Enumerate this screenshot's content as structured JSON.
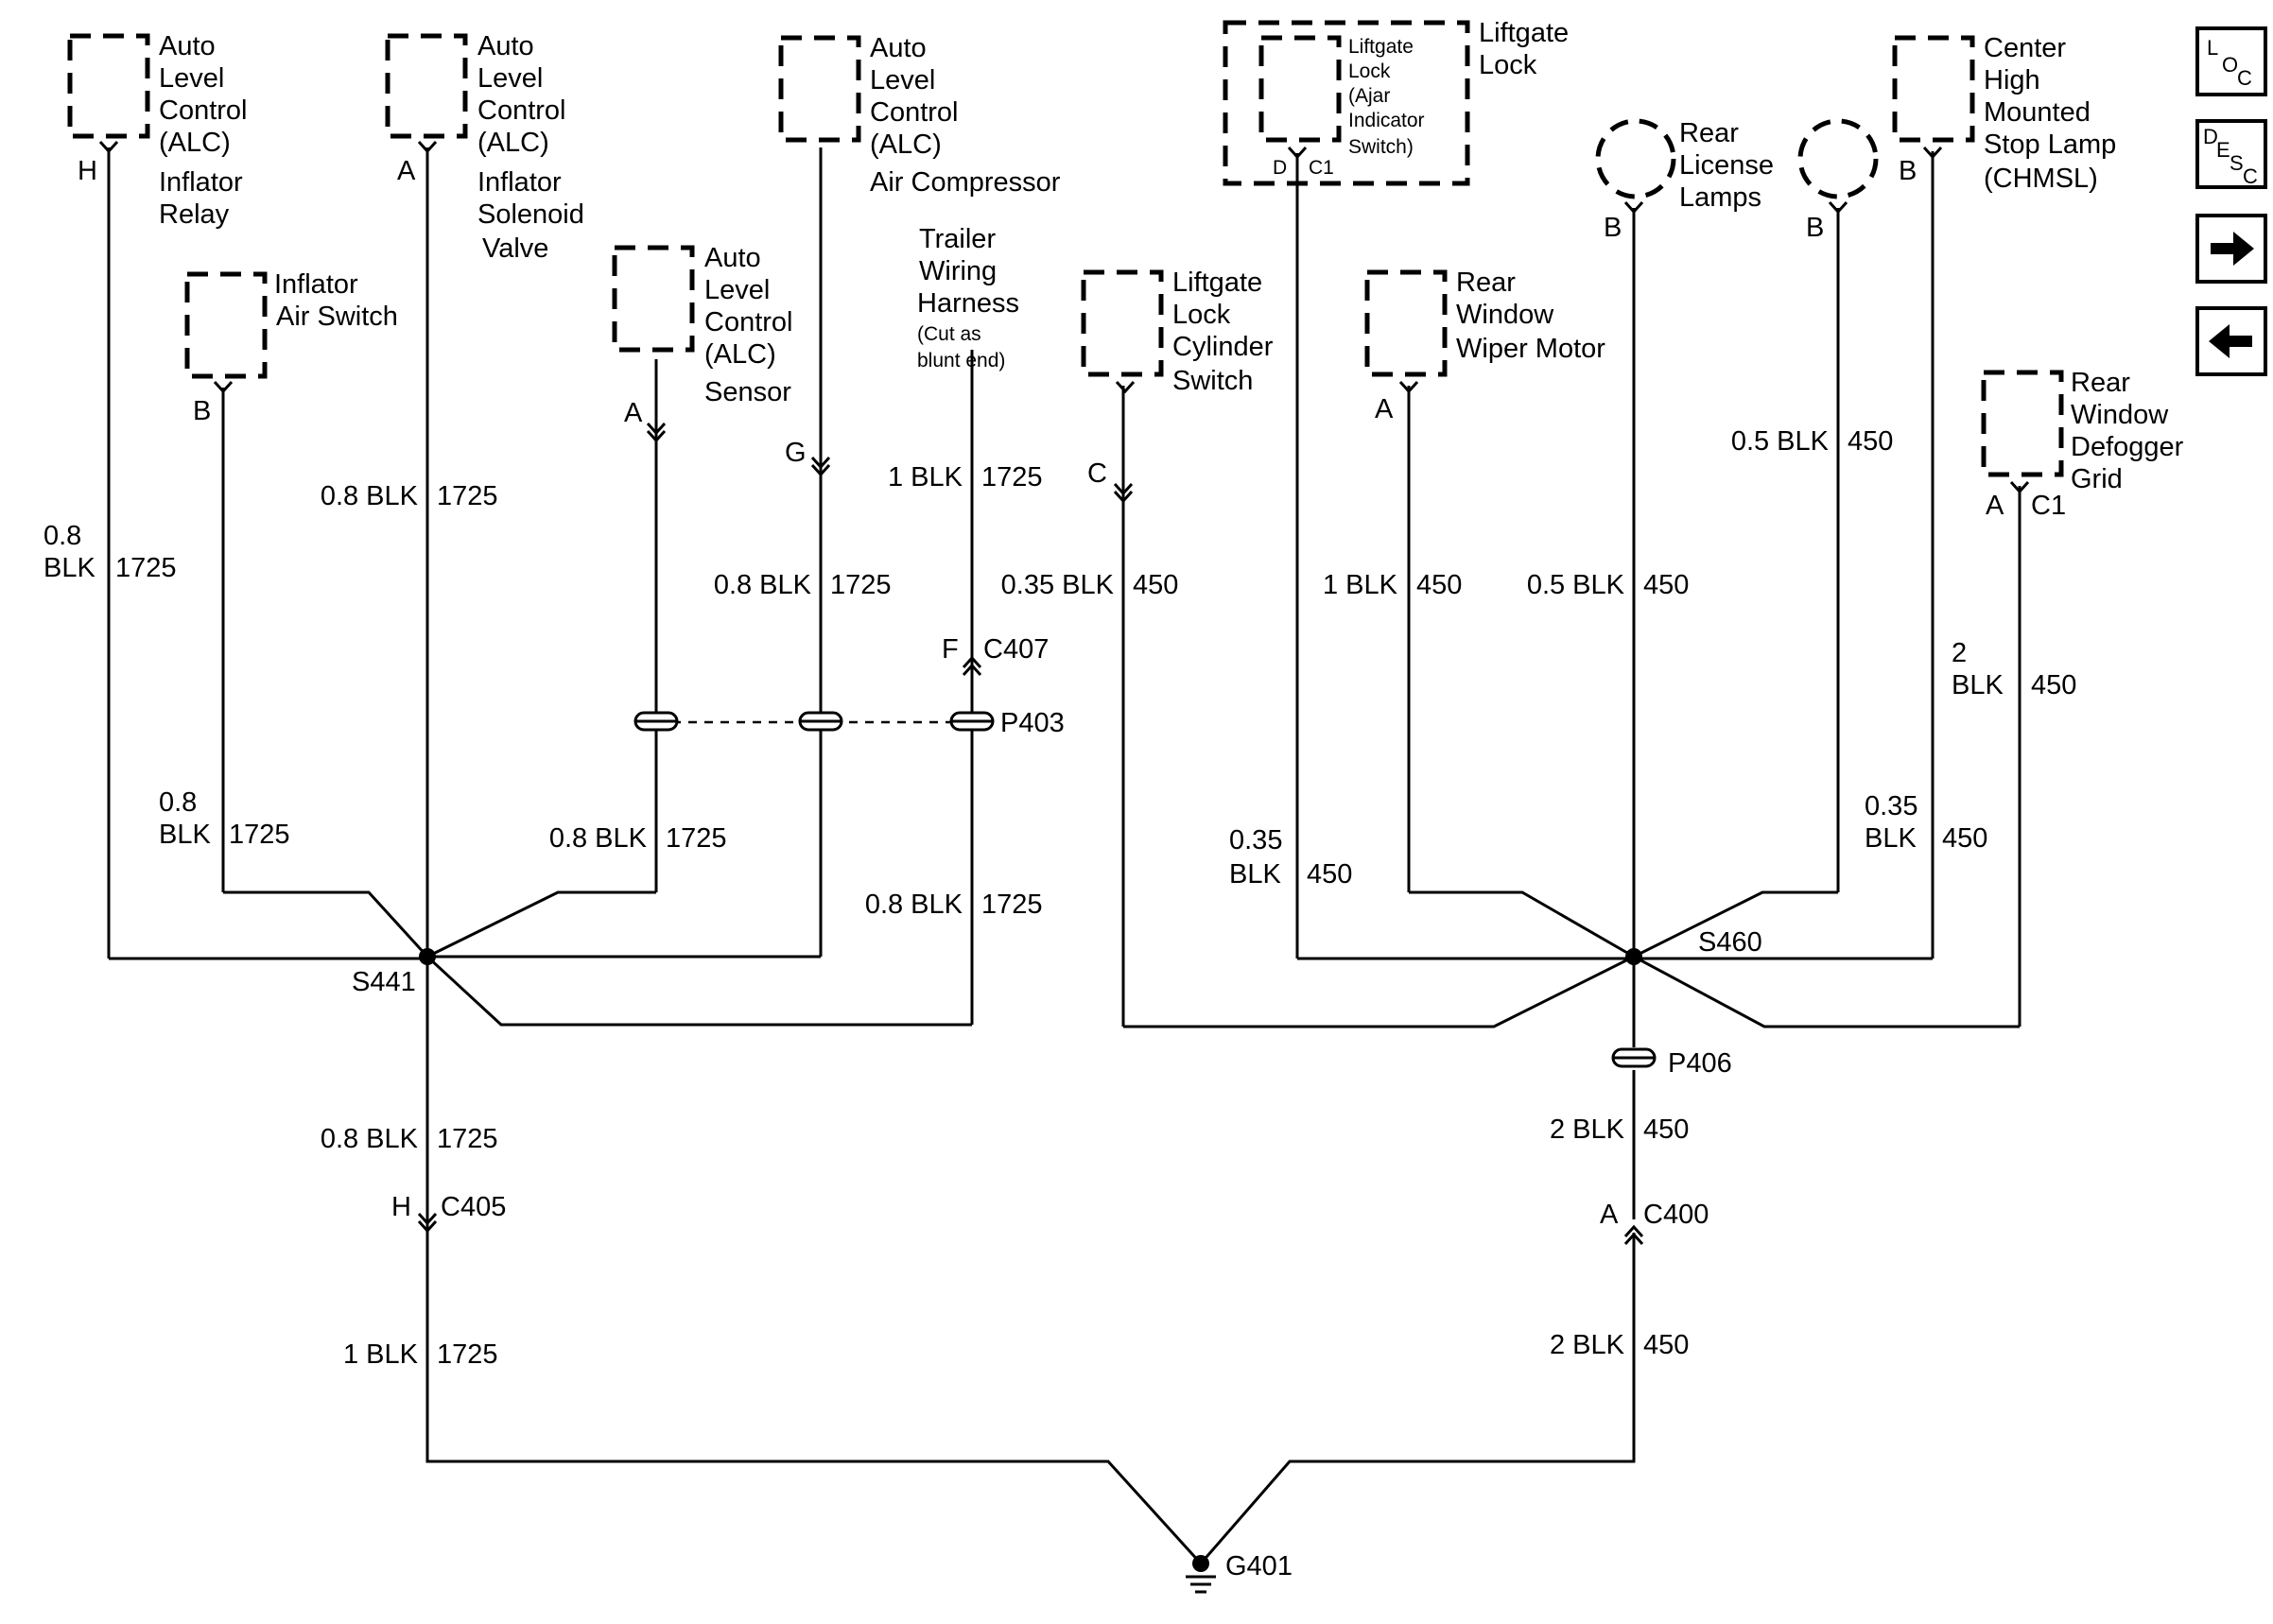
{
  "components": {
    "alc_inflator_relay": {
      "lines": [
        "Auto",
        "Level",
        "Control",
        "(ALC)",
        "Inflator",
        "Relay"
      ],
      "pin": "H"
    },
    "alc_inflator_solenoid": {
      "lines": [
        "Auto",
        "Level",
        "Control",
        "(ALC)",
        "Inflator",
        "Solenoid",
        "Valve"
      ],
      "pin": "A"
    },
    "alc_air_compressor": {
      "lines": [
        "Auto",
        "Level",
        "Control",
        "(ALC)",
        "Air Compressor"
      ]
    },
    "inflator_air_switch": {
      "lines": [
        "Inflator",
        "Air Switch"
      ],
      "pin": "B"
    },
    "alc_sensor": {
      "lines": [
        "Auto",
        "Level",
        "Control",
        "(ALC)",
        "Sensor"
      ],
      "pin": "A"
    },
    "trailer_harness": {
      "lines": [
        "Trailer",
        "Wiring",
        "Harness"
      ],
      "note_lines": [
        "(Cut as",
        "blunt end)"
      ]
    },
    "liftgate_lock_cylinder": {
      "lines": [
        "Liftgate",
        "Lock",
        "Cylinder",
        "Switch"
      ],
      "pin": "C"
    },
    "liftgate_lock": {
      "lines": [
        "Liftgate",
        "Lock"
      ],
      "inner_lines": [
        "Liftgate",
        "Lock",
        "(Ajar",
        "Indicator",
        "Switch)"
      ],
      "pin": "D",
      "connector": "C1"
    },
    "rear_license_lamps": {
      "lines": [
        "Rear",
        "License",
        "Lamps"
      ],
      "pin_left": "B",
      "pin_right": "B"
    },
    "chmsl": {
      "lines": [
        "Center",
        "High",
        "Mounted",
        "Stop Lamp",
        "(CHMSL)"
      ],
      "pin": "B"
    },
    "rear_wiper_motor": {
      "lines": [
        "Rear",
        "Window",
        "Wiper Motor"
      ],
      "pin": "A"
    },
    "rear_defogger": {
      "lines": [
        "Rear",
        "Window",
        "Defogger",
        "Grid"
      ],
      "pin": "A",
      "connector": "C1"
    }
  },
  "wires": {
    "relay": {
      "size_lines": [
        "0.8",
        "BLK"
      ],
      "circuit": "1725"
    },
    "solenoid": {
      "size": "0.8 BLK",
      "circuit": "1725"
    },
    "air_switch": {
      "size_lines": [
        "0.8",
        "BLK"
      ],
      "circuit": "1725"
    },
    "sensor": {
      "size": "0.8 BLK",
      "circuit": "1725"
    },
    "compressor": {
      "size": "0.8 BLK",
      "circuit": "1725"
    },
    "trailer_upper": {
      "size": "1 BLK",
      "circuit": "1725"
    },
    "trailer_lower": {
      "size": "0.8 BLK",
      "circuit": "1725"
    },
    "s441_down": {
      "size": "0.8 BLK",
      "circuit": "1725"
    },
    "to_ground_left": {
      "size": "1 BLK",
      "circuit": "1725"
    },
    "lock_cylinder": {
      "size": "0.35 BLK",
      "circuit": "450"
    },
    "liftgate_lock": {
      "size_lines": [
        "0.35",
        "BLK"
      ],
      "circuit": "450"
    },
    "wiper": {
      "size": "1 BLK",
      "circuit": "450"
    },
    "license_left": {
      "size": "0.5 BLK",
      "circuit": "450"
    },
    "license_right": {
      "size": "0.5 BLK",
      "circuit": "450"
    },
    "license_right_lower": {
      "size_lines": [
        "0.35",
        "BLK"
      ],
      "circuit": "450"
    },
    "defogger": {
      "size_lines": [
        "2",
        "BLK"
      ],
      "circuit": "450"
    },
    "p406_down": {
      "size": "2 BLK",
      "circuit": "450"
    },
    "to_ground_right": {
      "size": "2 BLK",
      "circuit": "450"
    }
  },
  "connectors": {
    "relay_pin": "G",
    "c407_pin": "F",
    "c407": "C407",
    "p403": "P403",
    "s441": "S441",
    "c405_pin": "H",
    "c405": "C405",
    "s460": "S460",
    "p406": "P406",
    "c400_pin": "A",
    "c400": "C400",
    "g401": "G401"
  },
  "nav": {
    "loc": {
      "l1": "L",
      "l2": "O",
      "l3": "C"
    },
    "desc": {
      "l1": "D",
      "l2": "E",
      "l3": "S",
      "l4": "C"
    },
    "next_icon": "arrow-right-icon",
    "prev_icon": "arrow-left-icon"
  }
}
